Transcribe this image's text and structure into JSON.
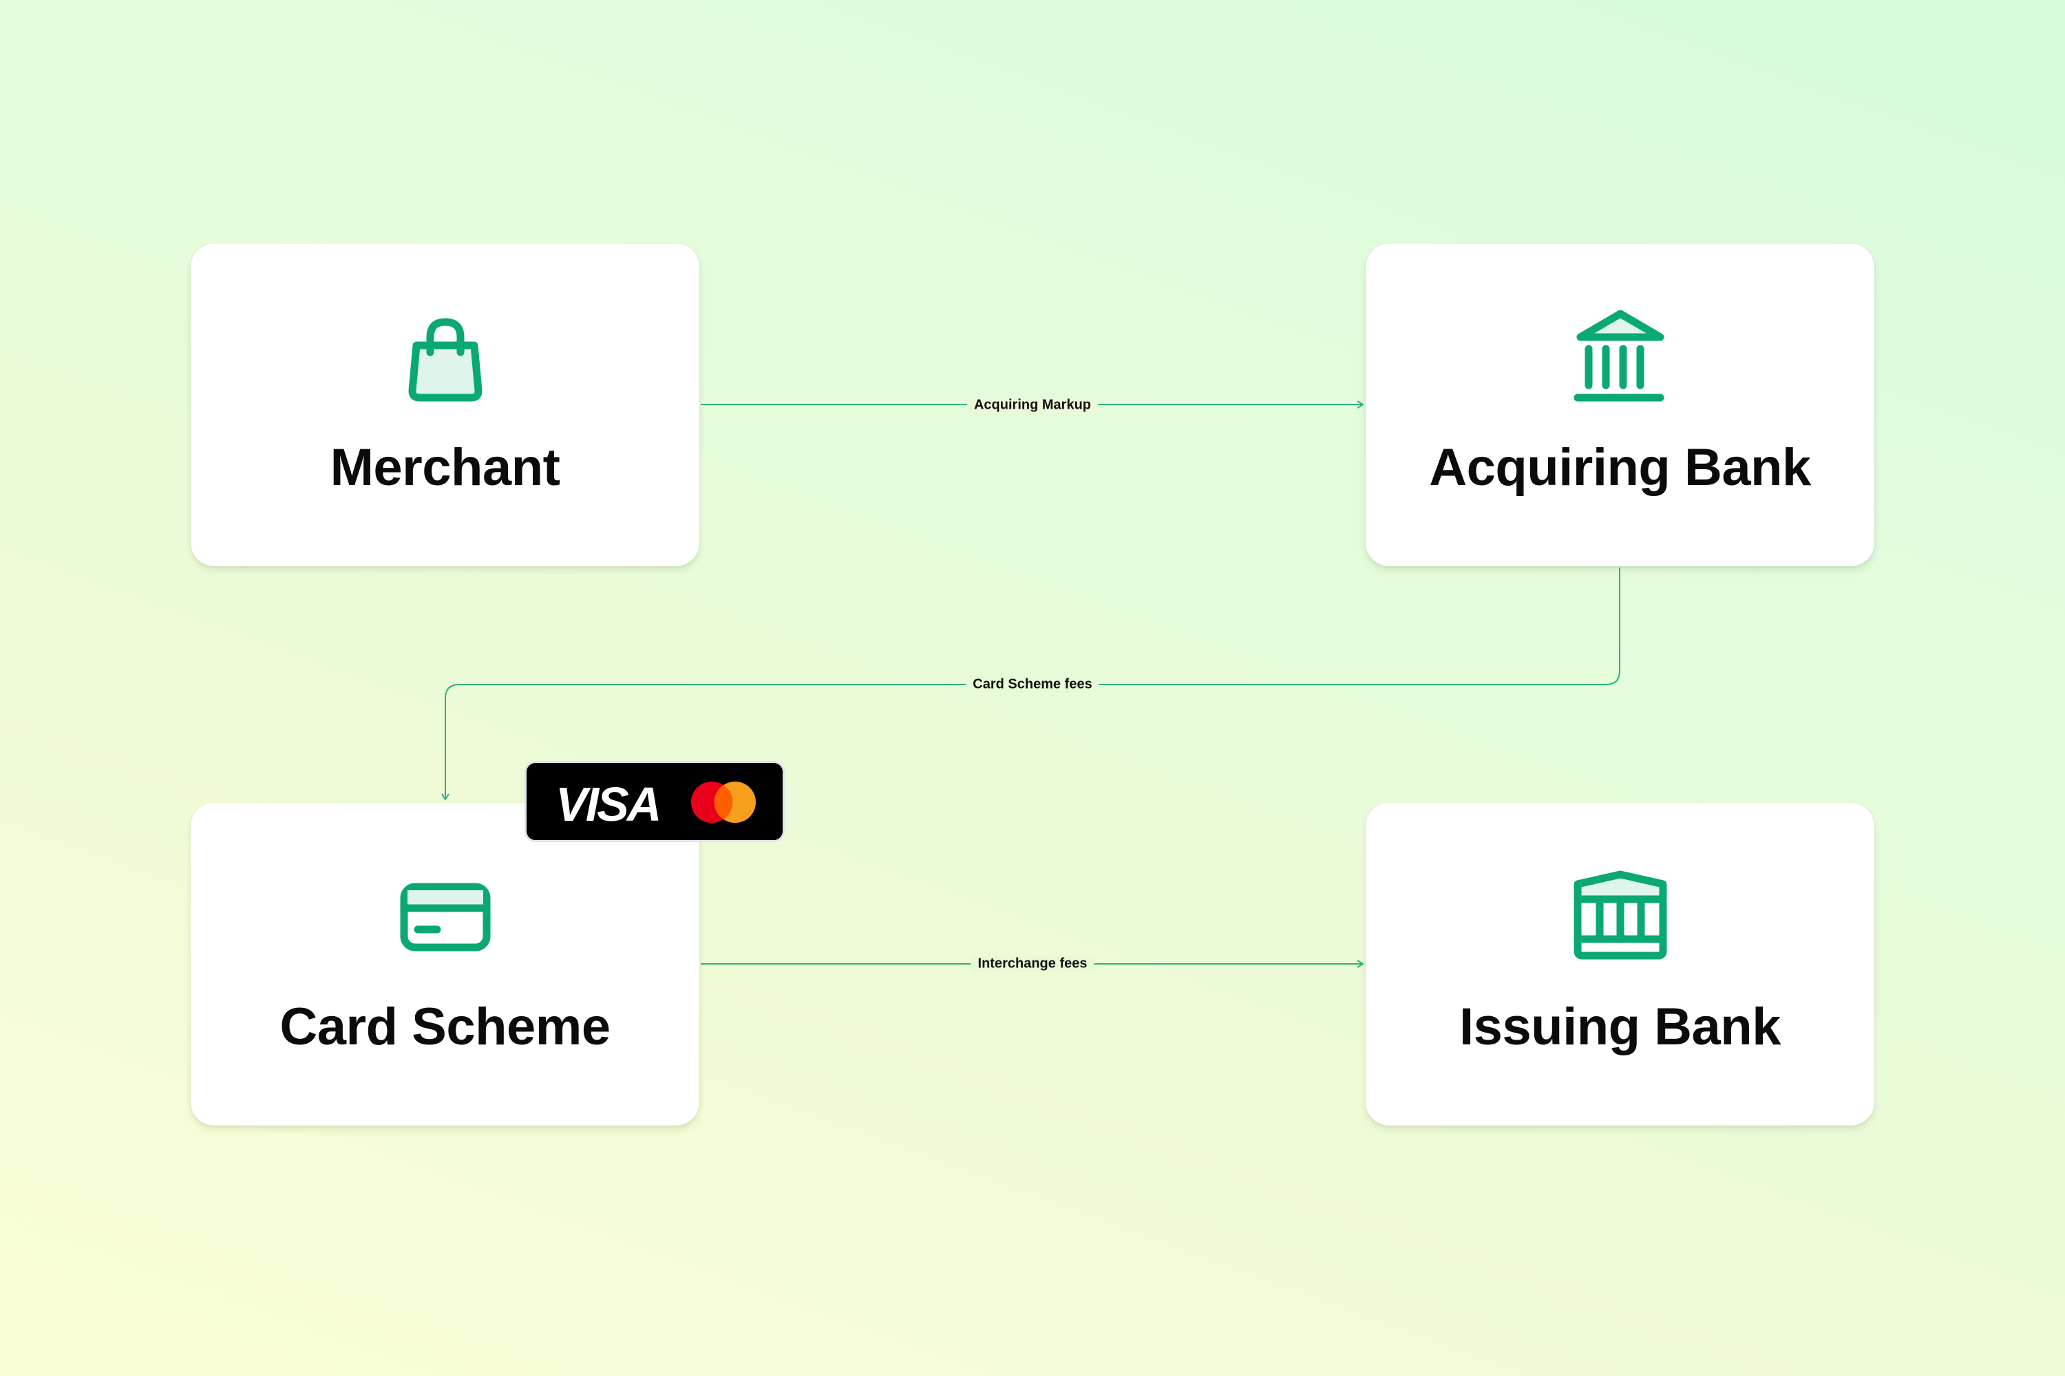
{
  "nodes": {
    "merchant": {
      "title": "Merchant",
      "icon": "shopping-bag-icon"
    },
    "acquiring_bank": {
      "title": "Acquiring Bank",
      "icon": "bank-icon"
    },
    "card_scheme": {
      "title": "Card Scheme",
      "icon": "credit-card-icon"
    },
    "issuing_bank": {
      "title": "Issuing Bank",
      "icon": "bank-building-icon"
    }
  },
  "edges": [
    {
      "from": "Merchant",
      "to": "Acquiring Bank",
      "label": "Acquiring Markup"
    },
    {
      "from": "Acquiring Bank",
      "to": "Card Scheme",
      "label": "Card Scheme fees"
    },
    {
      "from": "Card Scheme",
      "to": "Issuing Bank",
      "label": "Interchange fees"
    }
  ],
  "badge": {
    "visa": "VISA",
    "logos": [
      "visa-logo",
      "mastercard-logo"
    ]
  },
  "colors": {
    "accent": "#0aa872",
    "accent_light": "#dff5ec",
    "line": "#2fb07f",
    "mc_red": "#eb001b",
    "mc_orange": "#f79e1b"
  }
}
